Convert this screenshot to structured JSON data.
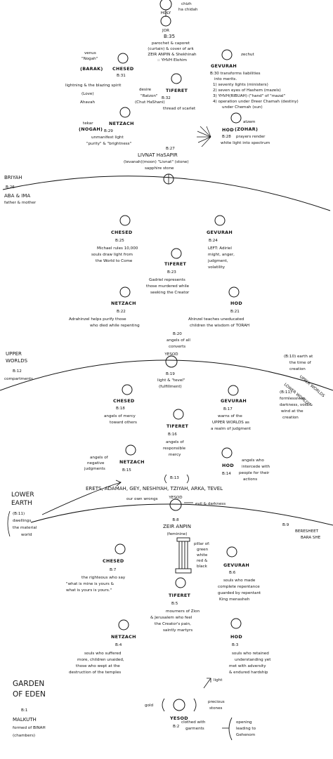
{
  "top": {
    "label_right": [
      "chizh",
      "ha chidah"
    ],
    "holy_top": "HOLY",
    "holy_bottom": "JOR",
    "b35": "B:35",
    "b35_desc": [
      "parochet & caporet",
      "(curtain) & cover of ark",
      "ZEIR ANPIN & Shekhinah",
      ":: YHVH Elohim"
    ]
  },
  "atzilut_sefirot": {
    "chesed": {
      "name": "CHESED",
      "number": "B:31",
      "left": [
        "venus",
        "\"Nogah\"",
        "(BARAK)"
      ],
      "below": [
        "lightning & the blazing spirit",
        "(Love)",
        "Ahavah"
      ]
    },
    "gevurah": {
      "name": "GEVURAH",
      "tag": "zechut",
      "number": "B:30 transforms liabilities",
      "desc": [
        "into merits.",
        "1) seventy lights (ministers)",
        "2) seven eyes of Hashem (mazels)",
        "3) YHVH(RIBUAH) (\"hand\" of \"mazal\"",
        "4) operation under Dreer Chamah (destiny)",
        "under Chemah (sun)"
      ]
    },
    "tiferet": {
      "name": "TIFERET",
      "number": "B:32",
      "left": [
        "desire",
        "\"Ratzon\"",
        "(Chut HaShani)"
      ],
      "below": "thread of scarlet"
    },
    "netzach": {
      "name": "NETZACH",
      "number": "B:29",
      "left": [
        "tekar",
        "(NOGAH)"
      ],
      "desc": [
        "unmanifest light",
        "\"purity\" & \"brightness\""
      ]
    },
    "hod": {
      "name": "HOD",
      "number": "B:28",
      "top": [
        "atzem",
        "(ZOHAR)"
      ],
      "desc": [
        "prayers render",
        "white light into spectrum"
      ]
    },
    "yesod": {
      "number": "B:27",
      "desc": [
        "LIVNAT HaSAPIR",
        "(levanah)(moon) \"Livnat\" (stone)",
        "sapphire stone"
      ]
    }
  },
  "briyah": {
    "label": "BRIYAH",
    "number": "B:26",
    "aba": "ABA & IMA",
    "aba_sub": "father & mother",
    "chesed": {
      "name": "CHESED",
      "number": "B:25",
      "desc": [
        "Michael rules 10,000",
        "souls draw light from",
        "the World to Come"
      ]
    },
    "gevurah": {
      "name": "GEVURAH",
      "number": "B:24",
      "desc": [
        "LEFT: Adiriel",
        "might, anger,",
        "judgment,",
        "volatility"
      ]
    },
    "tiferet": {
      "name": "TIFERET",
      "number": "B:23",
      "desc": [
        "Gadriel represents",
        "those murdered while",
        "seeking the Creator"
      ]
    },
    "netzach": {
      "name": "NETZACH",
      "number": "B:22",
      "desc": [
        "Adrahinzel helps purify those",
        "who died while repenting"
      ]
    },
    "hod": {
      "name": "HOD",
      "number": "B:21",
      "desc": [
        "Ahinzel teaches uneducated",
        "children the wisdom of TORAH"
      ]
    },
    "yesod_number": "B:20",
    "yesod_desc": [
      "angels of all",
      "converts"
    ]
  },
  "upper_worlds": {
    "label": [
      "UPPER",
      "WORLDS"
    ],
    "compartments": [
      "B:12",
      "compartments"
    ],
    "yesod_label": "YESOD",
    "number": "B:19",
    "desc": [
      "light & \"tevel\"",
      "(fulfillment)"
    ],
    "right_b10": [
      "(B:10) earth at",
      "the time of",
      "creation"
    ],
    "upper_side": "UPPER WORLDS",
    "lower_side": "LOWER WORLDS",
    "right_b11": [
      "(B:11)",
      "formlessness,",
      "darkness, void &",
      "wind at the",
      "creation"
    ],
    "chesed": {
      "name": "CHESED",
      "number": "B:18",
      "desc": [
        "angels of mercy",
        "toward others"
      ]
    },
    "gevurah": {
      "name": "GEVURAH",
      "number": "B:17",
      "desc": [
        "warns of the",
        "UPPER WORLDS as",
        "a realm of judgment"
      ]
    },
    "tiferet": {
      "name": "TIFERET",
      "number": "B:16",
      "desc": [
        "angels of",
        "responsible",
        "mercy"
      ]
    },
    "netzach": {
      "name": "NETZACH",
      "number": "B:15",
      "left": [
        "angels of",
        "negative",
        "judgments"
      ]
    },
    "hod": {
      "name": "HOD",
      "number": "B:14",
      "desc": [
        "angels who",
        "intercede with",
        "people for their",
        "actions"
      ]
    },
    "b13": "B:13"
  },
  "lower_earth": {
    "label": [
      "LOWER",
      "EARTH"
    ],
    "b11": "(B:11)",
    "dwellings": [
      "dwellings",
      "the material",
      "world"
    ],
    "earths": "ERETS, ADAMAH, GEY, NESHIYAH, TZIYAH, ARKA, TEVEL",
    "own_wrongs": "our own wrongs",
    "yesod": "YESOD",
    "evil": "evil & darkness",
    "b9": "B:9",
    "bereshit": [
      "BERESHEET",
      "BARA SHE"
    ]
  },
  "zeir_anpin": {
    "number": "B:8",
    "title": "ZEIR ANPIN",
    "sub": "(feminine)",
    "pillar": [
      "pillar of:",
      "green",
      "white",
      "red &",
      "black"
    ]
  },
  "garden": {
    "chesed": {
      "name": "CHESED",
      "number": "B:7",
      "desc": [
        "the righteous who say",
        "\"what is mine is yours &",
        "what is yours is yours.\""
      ]
    },
    "gevurah": {
      "name": "GEVURAH",
      "number": "B:6",
      "desc": [
        "souls who made",
        "complete repentance",
        "guarded by repentant",
        "King menasheh"
      ]
    },
    "tiferet": {
      "name": "TIFERET",
      "number": "B:5",
      "desc": [
        "mourners of Zion",
        "& Jerusalem who feel",
        "the Creator's pain,",
        "saintly martyrs"
      ]
    },
    "netzach": {
      "name": "NETZACH",
      "number": "B:4",
      "desc": [
        "souls who suffered",
        "more, children unaided,",
        "those who wept at the",
        "destruction of the temples"
      ]
    },
    "hod": {
      "name": "HOD",
      "number": "B:3",
      "desc": [
        "souls who retained",
        "understanding yet",
        "met with adversity",
        "& endured hardship"
      ]
    },
    "light": "light",
    "gold": "gold",
    "precious": [
      "precious",
      "stones"
    ],
    "yesod": {
      "name": "YESOD",
      "number": "B:2",
      "desc": [
        "clothed with",
        "garments"
      ]
    },
    "opening": [
      "opening",
      "leading to",
      "Gehenom"
    ],
    "label": [
      "GARDEN",
      "OF EDEN"
    ],
    "b1": "B:1",
    "malkuth": [
      "MALKUTH",
      "formed of BINAH",
      "(chambers)"
    ]
  }
}
